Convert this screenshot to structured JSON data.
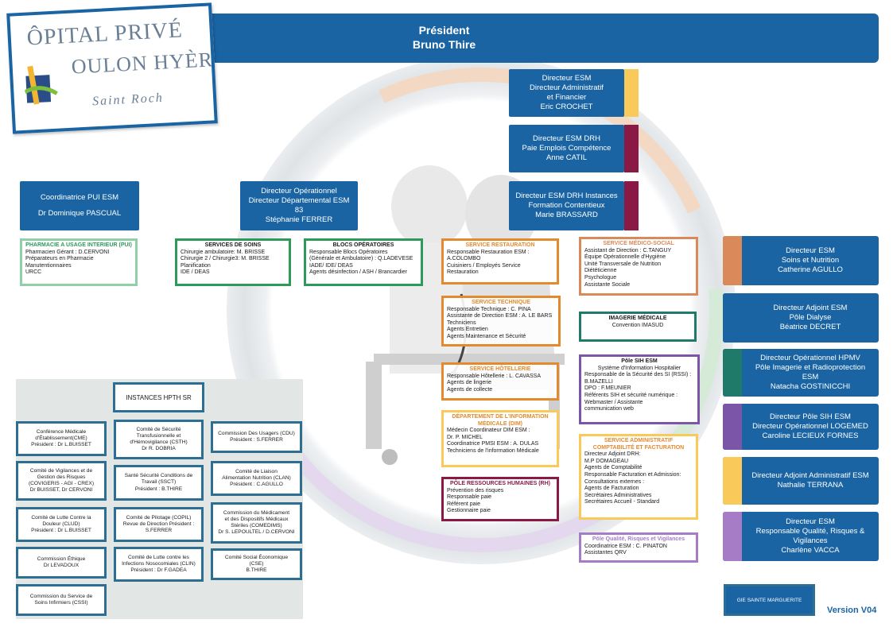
{
  "header": {
    "title": "Président",
    "name": "Bruno Thire"
  },
  "logo": {
    "line1": "ÔPITAL PRIVÉ",
    "line2": "OULON HYÈRES",
    "line3": "Saint Roch"
  },
  "top_right_boxes": [
    {
      "lines": [
        "Directeur ESM",
        "Directeur Administratif",
        "et Financier",
        "Eric CROCHET"
      ],
      "accent": "#f9c95a"
    },
    {
      "lines": [
        "Directeur ESM DRH",
        "Paie Emplois Compétence",
        "Anne CATIL"
      ],
      "accent": "#8a1a45"
    },
    {
      "lines": [
        "Directeur ESM DRH Instances",
        "Formation Contentieux",
        "Marie BRASSARD"
      ],
      "accent": "#8a1a45"
    }
  ],
  "coordinatrice": {
    "lines": [
      "Coordinatrice PUI ESM",
      "",
      "Dr Dominique PASCUAL"
    ]
  },
  "directeur_ops": {
    "lines": [
      "Directeur Opérationnel",
      "Directeur Départemental ESM",
      "83",
      "Stéphanie FERRER"
    ]
  },
  "right_column": [
    {
      "lines": [
        "Directeur ESM",
        "Soins et Nutrition",
        "Catherine AGULLO"
      ],
      "accent": "#d9895a"
    },
    {
      "lines": [
        "Directeur Adjoint ESM",
        "Pôle Dialyse",
        "Béatrice DECRET"
      ],
      "accent": "#1a64a4"
    },
    {
      "lines": [
        "Directeur Opérationnel HPMV",
        "Pôle Imagerie et Radioprotection",
        "ESM",
        "Natacha GOSTINICCHI"
      ],
      "accent": "#1f7a6a"
    },
    {
      "lines": [
        "Directeur Pôle SIH ESM",
        "Directeur Opérationnel LOGEMED",
        "Caroline LECIEUX FORNES"
      ],
      "accent": "#7a55a8"
    },
    {
      "lines": [
        "Directeur Adjoint Administratif ESM",
        "Nathalie TERRANA"
      ],
      "accent": "#f9c95a"
    },
    {
      "lines": [
        "Directeur ESM",
        "Responsable Qualité, Risques &",
        "Vigilances",
        "Charlène VACCA"
      ],
      "accent": "#a77cc6"
    }
  ],
  "services": {
    "pharmacie": {
      "title": "PHARMACIE A USAGE INTERIEUR (PUI)",
      "lines": [
        "Pharmacien Gérant : D.CERVONI",
        "Préparateurs en Pharmacie",
        "Manutentionnaires",
        "URCC"
      ],
      "color": "#8fd0a8"
    },
    "soins": {
      "title": "SERVICES DE SOINS",
      "lines": [
        "Chirurgie ambulatoire: M. BRISSE",
        "Chirurgie 2 / Chirurgie3: M. BRISSE",
        "Planification",
        "IDE / DEAS"
      ],
      "color": "#2e9a5a"
    },
    "blocs": {
      "title": "BLOCS OPÉRATOIRES",
      "lines": [
        "Responsable Blocs Opératoires",
        "(Générale et Ambulatoire) : Q.LADEVESE",
        "IADE/ IDE/ DEAS",
        "Agents désinfection / ASH / Brancardier"
      ],
      "color": "#2e9a5a"
    },
    "restauration": {
      "title": "SERVICE RESTAURATION",
      "lines": [
        "Responsable Restauration ESM :",
        "A.COLOMBO",
        "Cuisiniers / Employés Service",
        "Restauration"
      ],
      "color": "#e38a2e"
    },
    "technique": {
      "title": "SERVICE TECHNIQUE",
      "lines": [
        "Responsable Technique : C. PINA",
        "Assistante de Direction ESM : A. LE BARS",
        "Techniciens",
        "Agents Entretien",
        "Agents Maintenance et Sécurité"
      ],
      "color": "#e38a2e"
    },
    "hotellerie": {
      "title": "SERVICE HÔTELLERIE",
      "lines": [
        "Responsable Hôtellerie : L. CAVASSA",
        "Agents de lingerie",
        "Agents de collecte"
      ],
      "color": "#e38a2e"
    },
    "dim": {
      "title": "DÉPARTEMENT DE L'INFORMATION MÉDICALE (DIM)",
      "lines": [
        "Médecin Coordinateur DIM ESM :",
        "Dr. P. MICHEL",
        "Coordinatrice PMSI ESM : A. DULAS",
        "Techniciens de l'information Médicale"
      ],
      "color": "#f9c95a"
    },
    "rh": {
      "title": "PÔLE RESSOURCES HUMAINES (RH)",
      "lines": [
        "Prévention des risques",
        "Responsable paie",
        "Référent paie",
        "Gestionnaire paie"
      ],
      "color": "#8a1a45"
    },
    "medico_social": {
      "title": "SERVICE MÉDICO-SOCIAL",
      "lines": [
        "Assistant de Direction : C.TANGUY",
        "Équipe Opérationnelle d'Hygiène",
        "Unité Transversale de Nutrition",
        "Diététicienne",
        "Psychologue",
        "Assistante Sociale"
      ],
      "color": "#d9895a"
    },
    "imagerie": {
      "title": "IMAGERIE MÉDICALE",
      "lines": [
        "Convention IMASUD"
      ],
      "color": "#1f7a6a"
    },
    "sih": {
      "title": "Pôle SIH ESM",
      "lines": [
        "Système d'Information Hospitalier",
        "Responsable de la Sécurité des SI (RSSI) :",
        "B.MAZELLI",
        "DPO : F.MEUNIER",
        "Référents SIH et sécurité numérique :",
        "Webmaster / Assistante",
        "communication web"
      ],
      "color": "#7a55a8"
    },
    "admin": {
      "title": "SERVICE ADMINISTRATIF COMPTABILITÉ ET FACTURATION",
      "lines": [
        "Directeur Adjoint DRH:",
        "M.P DOMAGEAU",
        "Agents de Comptabilité",
        "Responsable Facturation et Admission:",
        "Consultations externes :",
        "Agents de Facturation",
        "Secrétaires Administratives",
        "Secrétaires Accueil - Standard"
      ],
      "color": "#f9c95a"
    },
    "qualite": {
      "title": "Pôle Qualité, Risques et Vigilances",
      "lines": [
        "Coordinatrice ESM : C. PINATON",
        "Assistantes QRV"
      ],
      "color": "#a77cc6"
    }
  },
  "instances": {
    "title": "INSTANCES HPTH SR",
    "items": [
      {
        "lines": [
          "Conférence Médicale",
          "d'Établissement(CME)",
          "Président : Dr L.BUISSET"
        ]
      },
      {
        "lines": [
          "Comité de Sécurité",
          "Transfusionnelle et",
          "d'Hémovigilance (CSTH)",
          "Dr R. DOBRIA"
        ]
      },
      {
        "lines": [
          "Commission Des Usagers (CDU)",
          "Président : S.FERRER"
        ]
      },
      {
        "lines": [
          "Comité de Vigilances et de",
          "Gestion des Risques",
          "(COVIGERIS - AGI - CREX)",
          "Dr BUISSET, Dr CERVONI"
        ]
      },
      {
        "lines": [
          "Santé Sécurité Conditions de",
          "Travail (SSCT)",
          "Président : B.THIRE"
        ]
      },
      {
        "lines": [
          "Comité de Liaison",
          "Alimentation Nutrition (CLAN)",
          "Président : C.AGULLO"
        ]
      },
      {
        "lines": [
          "Comité de Lutte Contre la",
          "Douleur (CLUD)",
          "Président : Dr L.BUISSET"
        ]
      },
      {
        "lines": [
          "Comité de Pilotage (COPIL)",
          "Revue de Direction Président :",
          "S.FERRER"
        ]
      },
      {
        "lines": [
          "Commission du Médicament",
          "et des Dispositifs Médicaux",
          "Stériles (COMEDIMS)",
          "Dr S. LEPOULTEL / D.CERVONI"
        ]
      },
      {
        "lines": [
          "Commission Éthique",
          "Dr LEVADOUX"
        ]
      },
      {
        "lines": [
          "Comité de Lutte contre les",
          "Infections Nosocomiales (CLIN)",
          "Président : Dr F.GADEA"
        ]
      },
      {
        "lines": [
          "Comité Social Économique",
          "(CSE)",
          "B.THIRE"
        ]
      },
      {
        "lines": [
          "Commission du Service de",
          "Soins Infirmiers (CSSI)"
        ]
      }
    ]
  },
  "gie": {
    "label": "GIE SAINTE MARGUERITE"
  },
  "version": "Version V04"
}
